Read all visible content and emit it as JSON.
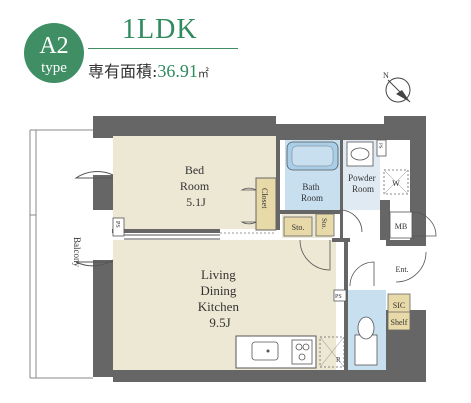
{
  "badge": {
    "letters": "A2",
    "sub": "type"
  },
  "plan": {
    "type_name": "1LDK",
    "area_label": "専有面積:",
    "area_value": "36.91",
    "area_unit": "㎡"
  },
  "rooms": {
    "bed": [
      "Bed",
      "Room",
      "5.1J"
    ],
    "ldk": [
      "Living",
      "Dining",
      "Kitchen",
      "9.5J"
    ],
    "bath": [
      "Bath",
      "Room"
    ],
    "powder": [
      "Powder",
      "Room"
    ],
    "closet": "Closet",
    "sto1": "Sto.",
    "sto2": "Sto.",
    "mb": "MB",
    "ent": "Ent.",
    "sic": "SIC",
    "shelf": "Shelf",
    "balcony": "Balcony",
    "ps1": "PS",
    "ps2": "PS",
    "ps3": "PS",
    "washer": "W",
    "fridge": "R",
    "north": "N"
  },
  "colors": {
    "accent": "#2f8a5e",
    "wall": "#666666",
    "floor": "#ede8d3",
    "wet": "#c8dff0",
    "fixture": "#a9cfe8",
    "closet": "#e8d9a8"
  }
}
